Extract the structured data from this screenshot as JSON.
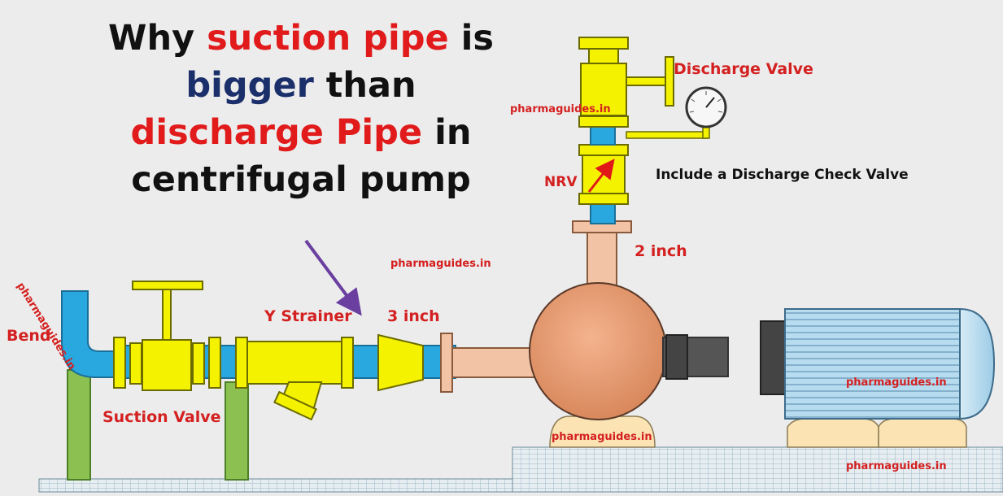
{
  "title": {
    "line1_a": "Why ",
    "line1_b": "suction pipe",
    "line1_c": " is",
    "line2_a": "bigger",
    "line2_b": " than",
    "line3_a": "discharge Pipe",
    "line3_b": " in",
    "line4": "centrifugal pump"
  },
  "labels": {
    "discharge_valve": "Discharge Valve",
    "nrv": "NRV",
    "check_valve_note": "Include a Discharge Check Valve",
    "two_inch": "2 inch",
    "three_inch": "3 inch",
    "y_strainer": "Y Strainer",
    "bend": "Bend",
    "suction_valve": "Suction Valve"
  },
  "watermarks": {
    "w1": "pharmaguides.in",
    "w2": "pharmaguides.in",
    "w3": "pharmaguides.in",
    "w4": "pharmaguides.in",
    "w5": "pharmaguides.in",
    "w6": "pharmaguides.in"
  },
  "colors": {
    "pipe_blue": "#29a8e0",
    "fitting_yellow": "#f5f200",
    "support_green": "#8cc152",
    "pump_body": "#e9a27a",
    "pump_pipe": "#f2c3a4",
    "motor_stripes": "#a9d3ea",
    "label_red": "#d42020",
    "arrow_purple": "#6a3fa0"
  }
}
